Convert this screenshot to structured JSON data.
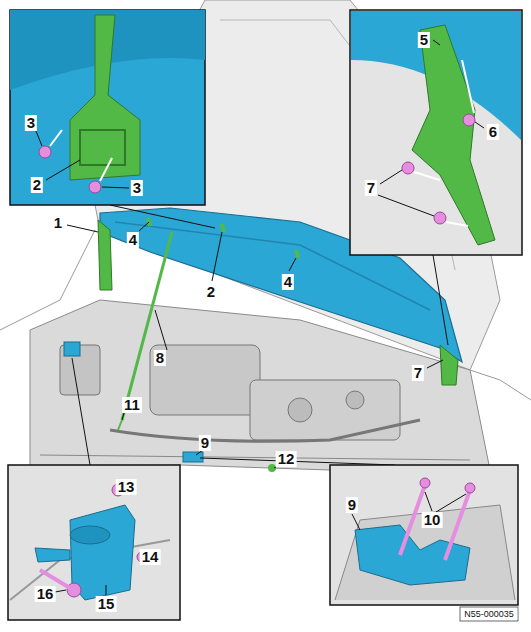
{
  "diagram": {
    "labels": [
      "3",
      "2",
      "3",
      "1",
      "4",
      "2",
      "4",
      "7",
      "8",
      "11",
      "9",
      "12",
      "5",
      "6",
      "7",
      "13",
      "14",
      "16",
      "15",
      "9",
      "10",
      "N55-000035"
    ]
  }
}
